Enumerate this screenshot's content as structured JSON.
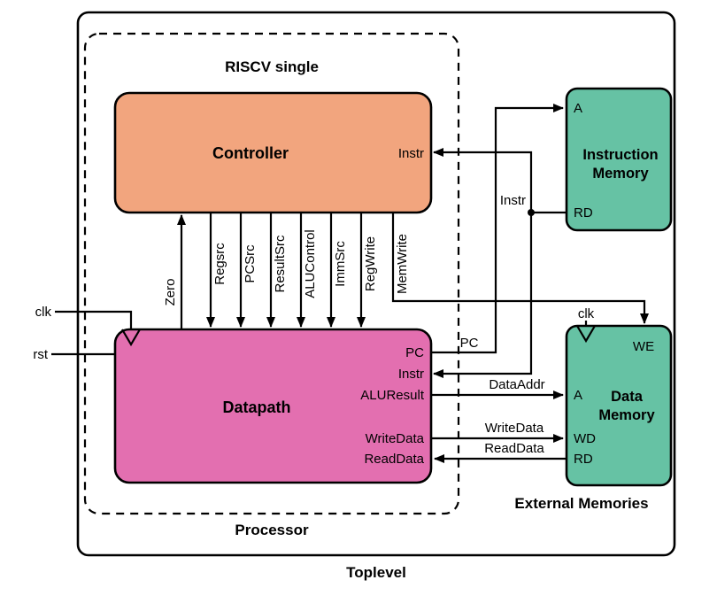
{
  "diagram": {
    "toplevel_label": "Toplevel",
    "processor": {
      "box_label": "Processor",
      "title": "RISCV single"
    },
    "controller": {
      "title": "Controller",
      "pins": {
        "instr": "Instr"
      }
    },
    "datapath": {
      "title": "Datapath",
      "pins": {
        "pc": "PC",
        "instr": "Instr",
        "aluresult": "ALUResult",
        "writedata": "WriteData",
        "readdata": "ReadData"
      }
    },
    "instruction_memory": {
      "title_line1": "Instruction",
      "title_line2": "Memory",
      "pins": {
        "a": "A",
        "rd": "RD"
      }
    },
    "data_memory": {
      "title_line1": "Data",
      "title_line2": "Memory",
      "pins": {
        "we": "WE",
        "a": "A",
        "wd": "WD",
        "rd": "RD"
      },
      "clk": "clk"
    },
    "external_memories_label": "External Memories",
    "signals": {
      "clk": "clk",
      "rst": "rst",
      "zero": "Zero",
      "control": [
        "Regsrc",
        "PCSrc",
        "ResultSrc",
        "ALUControl",
        "ImmSrc",
        "RegWrite",
        "MemWrite"
      ],
      "pc": "PC",
      "instr": "Instr",
      "dataaddr": "DataAddr",
      "writedata": "WriteData",
      "readdata": "ReadData"
    },
    "colors": {
      "controller_fill": "#F2A57E",
      "datapath_fill": "#E36FB0",
      "memory_fill": "#66C2A4",
      "wire": "#000000",
      "background": "#FFFFFF"
    }
  }
}
